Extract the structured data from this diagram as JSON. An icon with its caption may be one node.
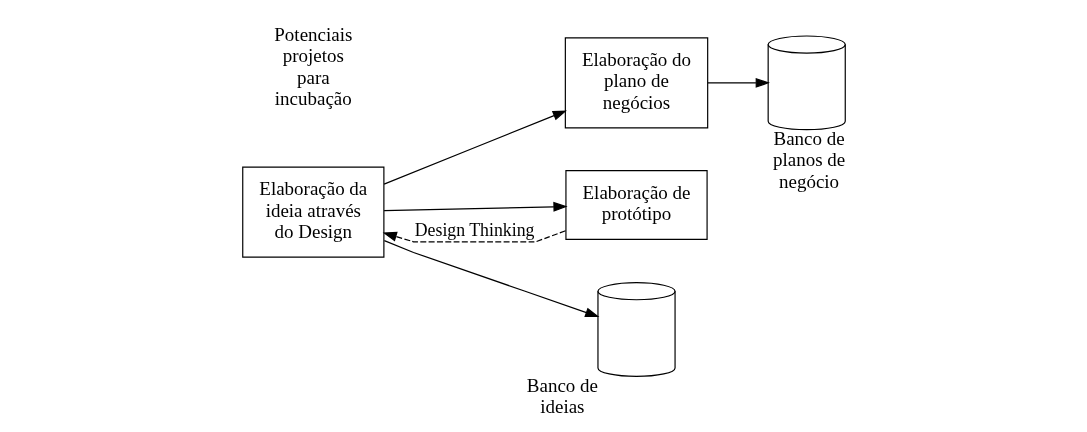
{
  "diagram": {
    "nodes": [
      {
        "text": [
          "Elaboração da ideia através do Design"
        ]
      },
      {
        "text": [
          "Elaboração do plano de negócios"
        ]
      },
      {
        "text": [
          "Elaboração de protótipo"
        ]
      },
      {
        "text": [],
        "shape": "cylinder",
        "beside": [
          "Banco de planos de negócio"
        ]
      },
      {
        "text": [],
        "shape": "cylinder",
        "beside": [
          "Banco de ideias"
        ]
      }
    ],
    "edges": [
      {
        "from": 0,
        "to": 1,
        "arrow": "to"
      },
      {
        "from": 0,
        "to": 2,
        "arrow": "to"
      },
      {
        "from": 1,
        "to": 3,
        "arrow": "to"
      },
      {
        "from": 2,
        "to": 0,
        "arrow": "to",
        "style": "dashed",
        "label": "Design Thinking"
      },
      {
        "from": 0,
        "to": 4,
        "arrow": "to"
      }
    ],
    "labels": [
      "Potenciais projetos para incubação"
    ]
  }
}
